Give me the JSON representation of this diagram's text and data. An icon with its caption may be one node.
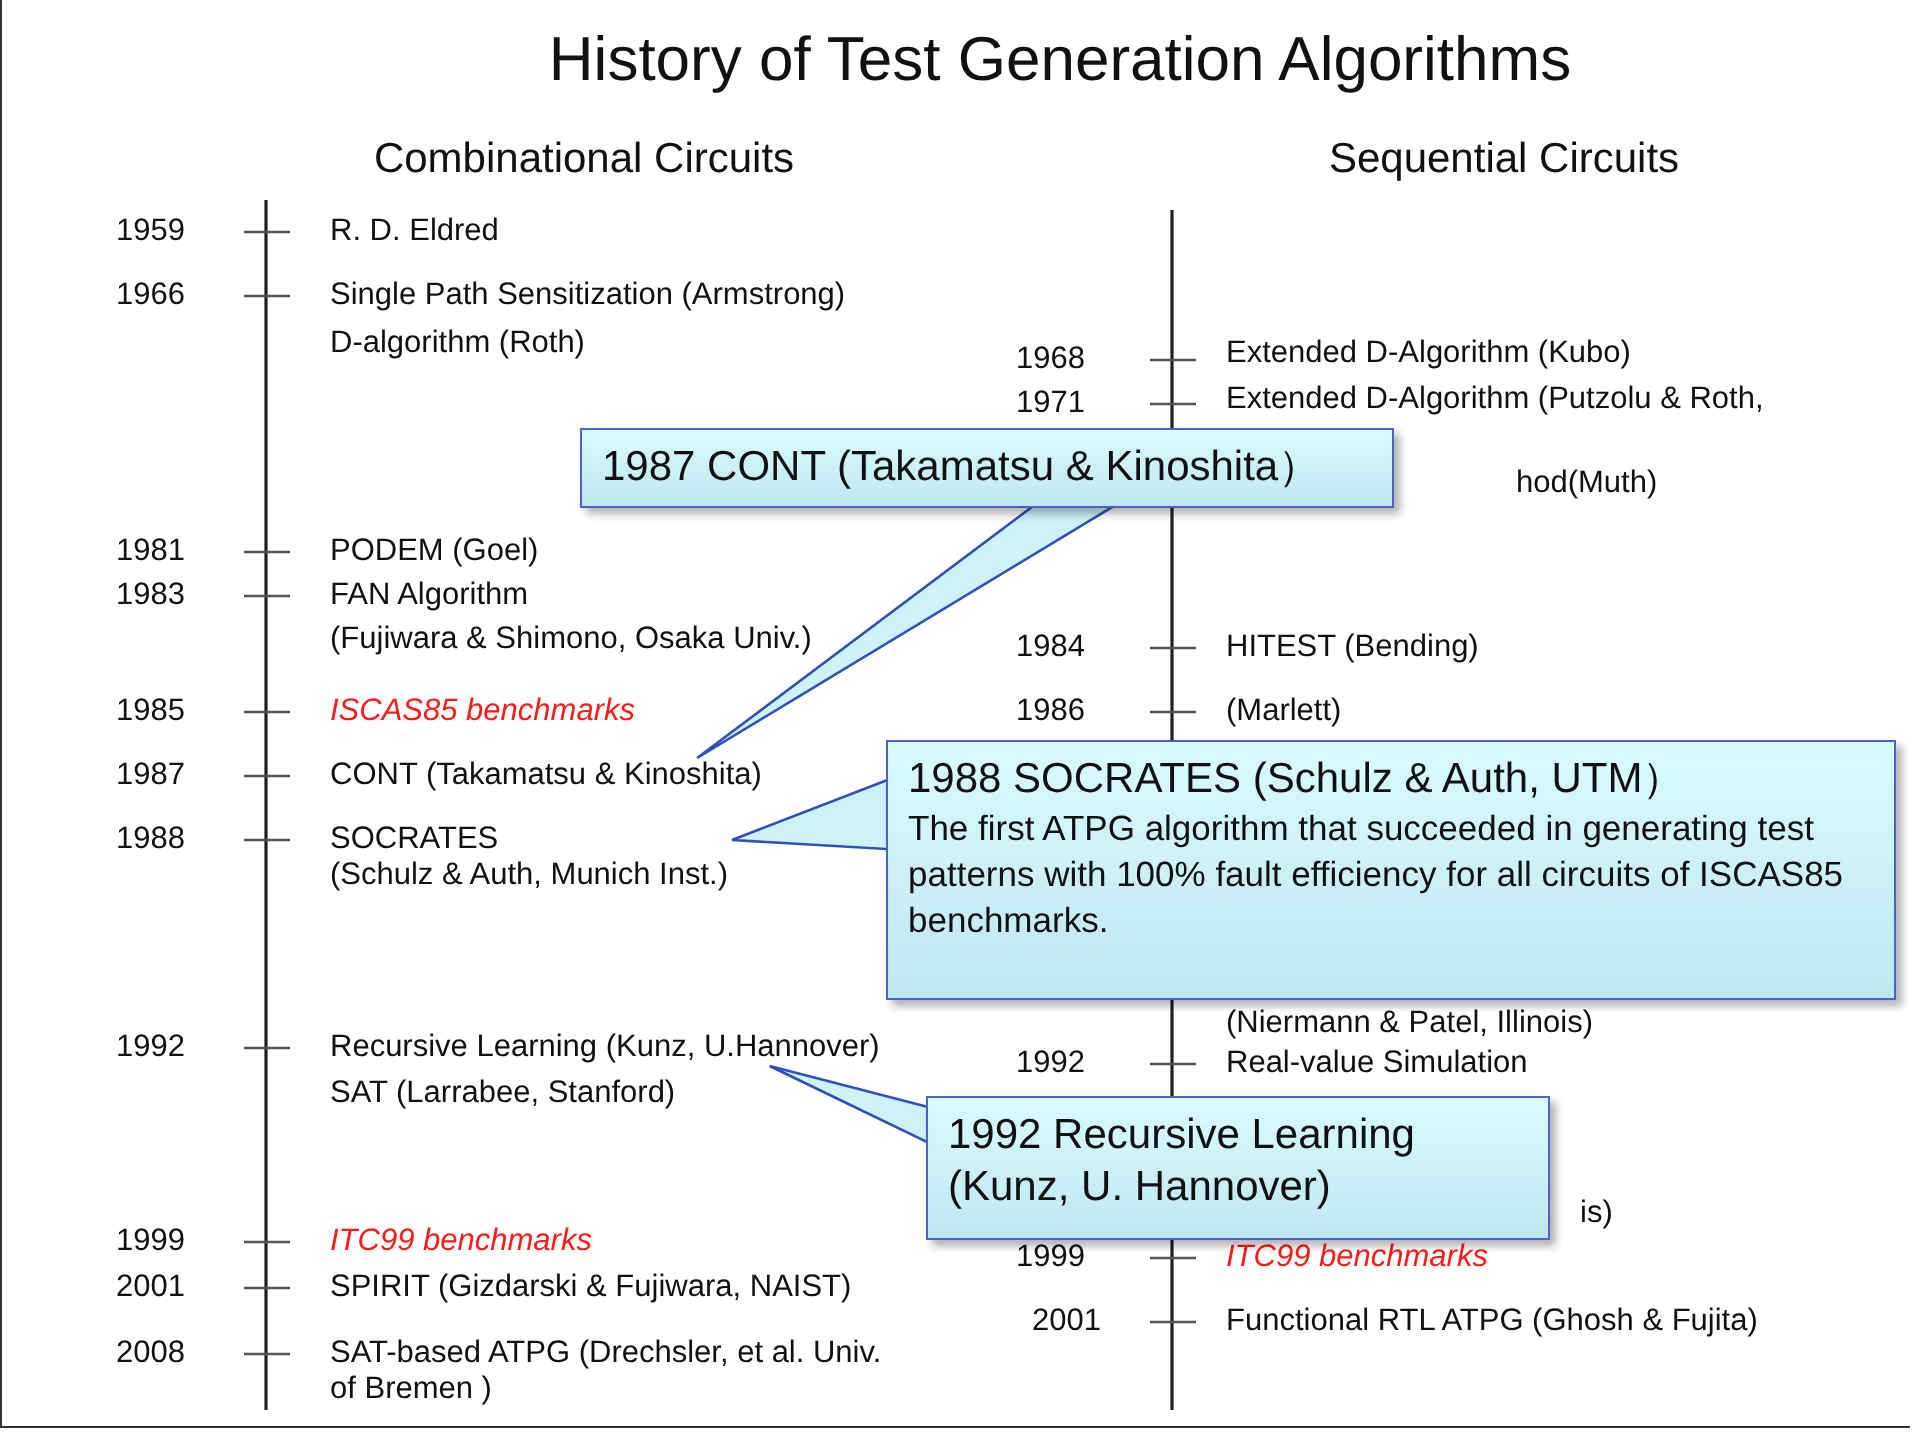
{
  "diagram": {
    "title": "History of Test Generation Algorithms",
    "nodes": [
      {
        "text": [
          "1987 CONT (Takamatsu & Kinoshita）"
        ]
      },
      {
        "text": [
          "CONT (Takamatsu & Kinoshita)"
        ]
      },
      {
        "text": [
          "1988 SOCRATES (Schulz & Auth, UTM）",
          "The first ATPG algorithm that succeeded in generating test patterns with 100% fault efficiency for all circuits of ISCAS85 benchmarks."
        ]
      },
      {
        "text": [
          "SOCRATES",
          "(Schulz & Auth, Munich Inst.)"
        ]
      },
      {
        "text": [
          "Recursive Learning (Kunz, U.Hannover)"
        ]
      },
      {
        "text": [
          "1992 Recursive Learning (Kunz, U. Hannover)"
        ]
      }
    ],
    "edges": [
      {
        "from": 0,
        "to": 1,
        "arrow": "none"
      },
      {
        "from": 2,
        "to": 3,
        "arrow": "none"
      },
      {
        "from": 5,
        "to": 4,
        "arrow": "none"
      }
    ],
    "labels": [
      "Combinational Circuits",
      "Sequential Circuits",
      "1959",
      "R. D. Eldred",
      "1966",
      "Single Path Sensitization (Armstrong)",
      "D-algorithm (Roth)",
      "1981",
      "PODEM (Goel)",
      "1983",
      "FAN Algorithm",
      "(Fujiwara & Shimono, Osaka Univ.)",
      "1985",
      "ISCAS85 benchmarks",
      "1987",
      "1988",
      "1992",
      "SAT (Larrabee, Stanford)",
      "1999",
      "ITC99 benchmarks",
      "2001",
      "SPIRIT (Gizdarski & Fujiwara, NAIST)",
      "2008",
      "SAT-based ATPG (Drechsler, et al. Univ. of Bremen )",
      "1968",
      "Extended D-Algorithm (Kubo)",
      "1971",
      "Extended D-Algorithm (Putzolu & Roth,",
      "hod(Muth)",
      "1984",
      "HITEST (Bending)",
      "1986",
      "(Marlett)",
      "(Niermann & Patel, Illinois)",
      "1992",
      "Real-value Simulation",
      "is)",
      "1999",
      "ITC99 benchmarks",
      "2001",
      "Functional RTL ATPG (Ghosh & Fujita)"
    ]
  }
}
